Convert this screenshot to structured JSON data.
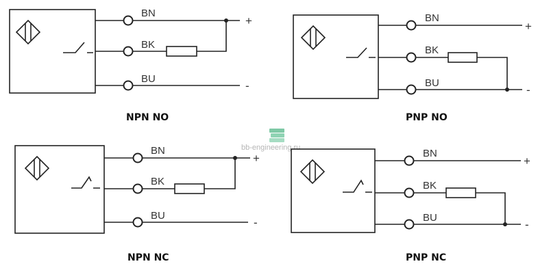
{
  "watermark": {
    "text": "bb-engineering.ru",
    "icon": "book-stack-icon",
    "icon_color": "#7fc9a6"
  },
  "diagrams": [
    {
      "id": "npn-no",
      "caption": "NPN NO",
      "wire_labels": [
        "BN",
        "BK",
        "BU"
      ],
      "plus": "+",
      "minus": "-",
      "switch_state": "normally-open"
    },
    {
      "id": "pnp-no",
      "caption": "PNP NO",
      "wire_labels": [
        "BN",
        "BK",
        "BU"
      ],
      "plus": "+",
      "minus": "-",
      "switch_state": "normally-open"
    },
    {
      "id": "npn-nc",
      "caption": "NPN NC",
      "wire_labels": [
        "BN",
        "BK",
        "BU"
      ],
      "plus": "+",
      "minus": "-",
      "switch_state": "normally-closed"
    },
    {
      "id": "pnp-nc",
      "caption": "PNP NC",
      "wire_labels": [
        "BN",
        "BK",
        "BU"
      ],
      "plus": "+",
      "minus": "-",
      "switch_state": "normally-closed"
    }
  ]
}
